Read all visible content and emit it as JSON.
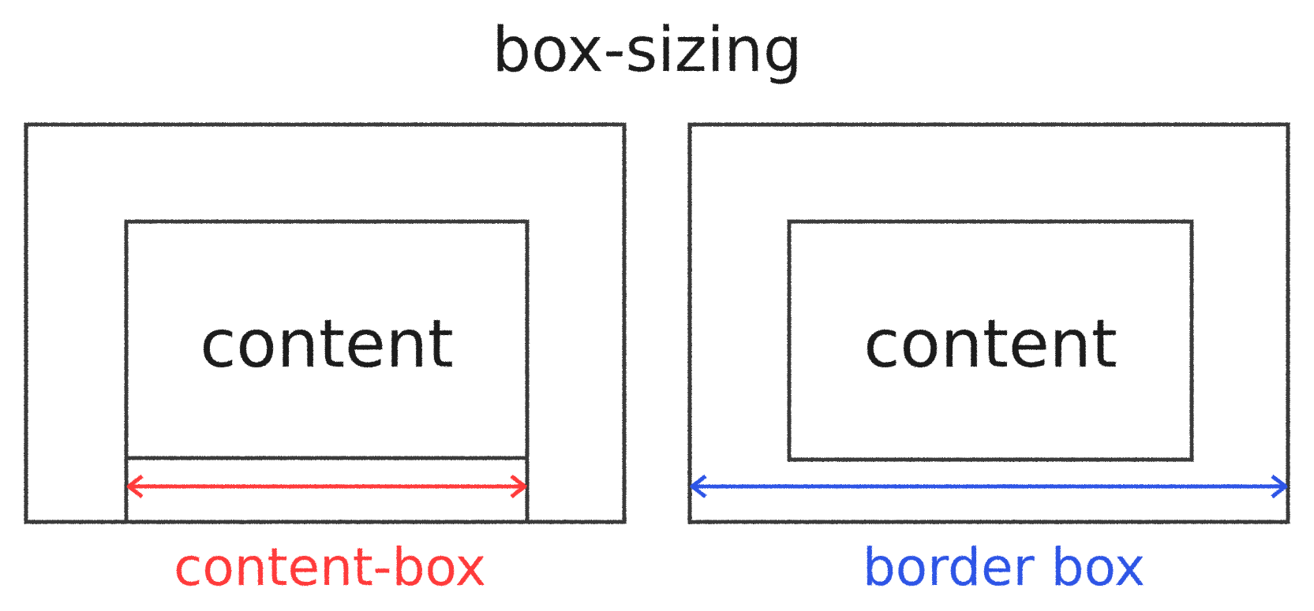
{
  "title": "box-sizing",
  "left_diagram": {
    "inner_label": "content",
    "caption": "content-box",
    "caption_color": "#ff3b3b"
  },
  "right_diagram": {
    "inner_label": "content",
    "caption": "border box",
    "caption_color": "#2f55e6"
  },
  "stroke_color": "#3a3a3a",
  "text_color": "#1b1b1b"
}
